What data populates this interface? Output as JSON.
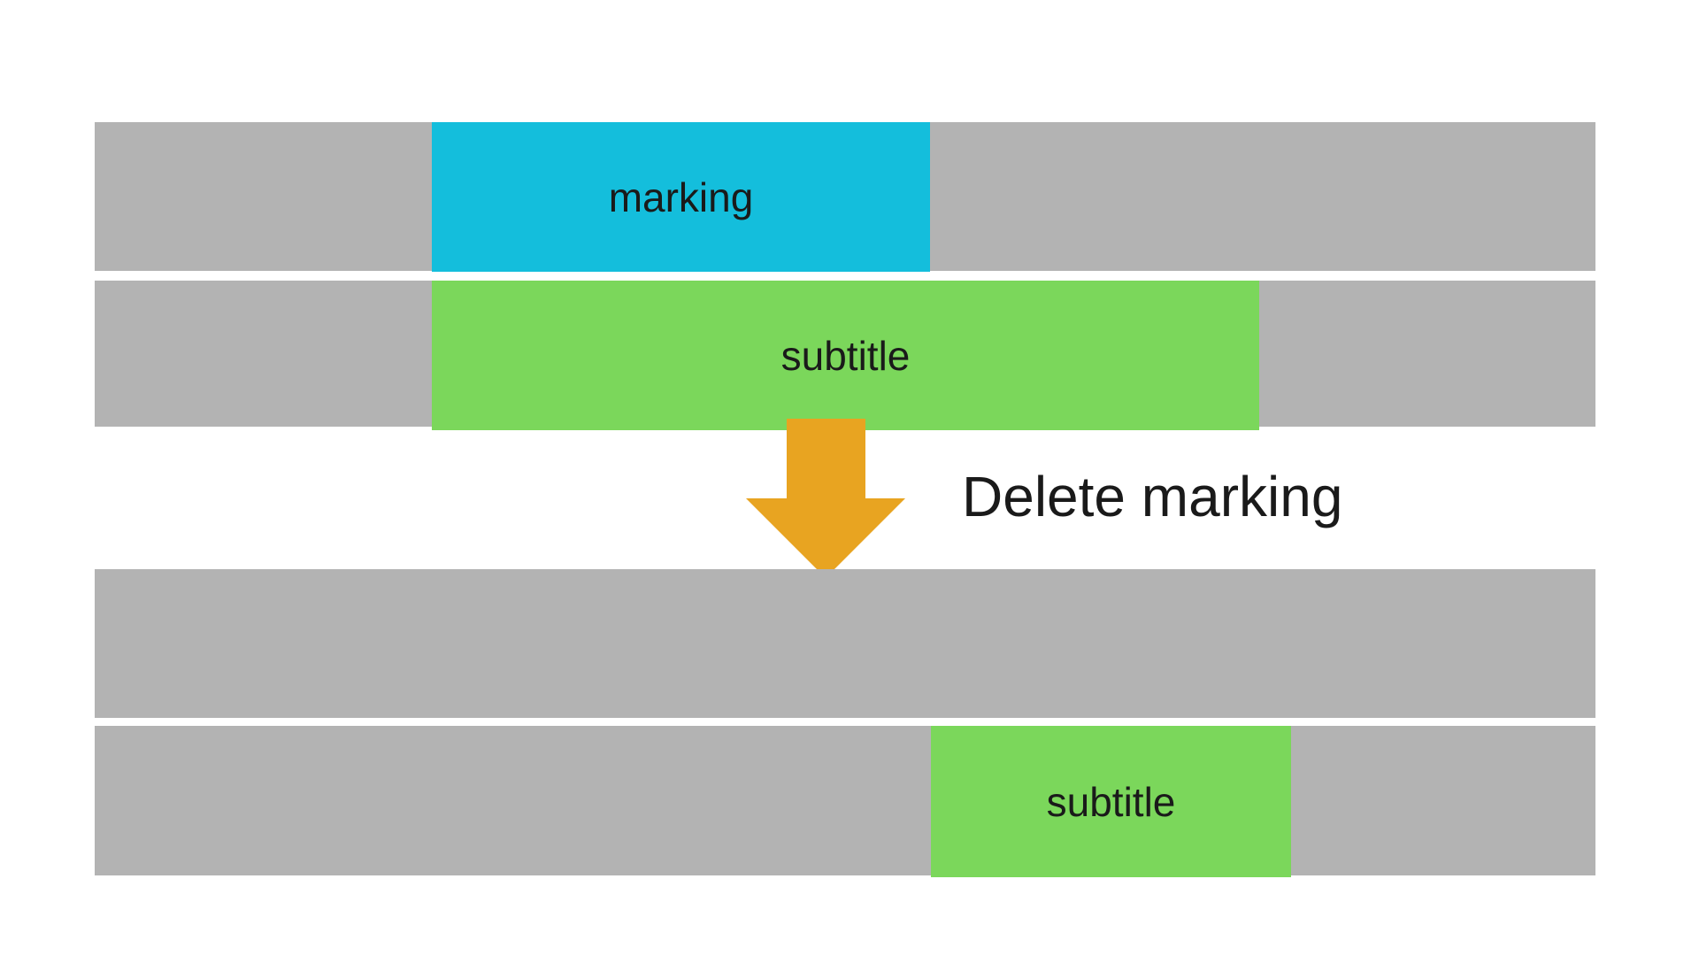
{
  "colors": {
    "background": "#ffffff",
    "track_gray": "#b3b3b3",
    "marking_cyan": "#14bedc",
    "subtitle_green": "#7bd75b",
    "arrow_orange": "#e8a421",
    "label_text": "#1a1a1a"
  },
  "before": {
    "marking_label": "marking",
    "subtitle_label": "subtitle"
  },
  "transition": {
    "caption": "Delete marking",
    "arrow_icon": "down-arrow-icon"
  },
  "after": {
    "subtitle_label": "subtitle"
  }
}
